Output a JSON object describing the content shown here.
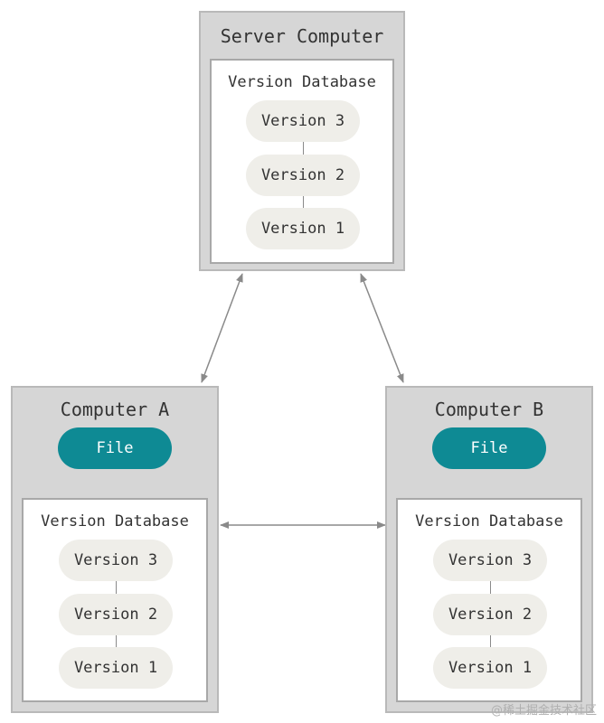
{
  "server": {
    "title": "Server Computer",
    "database_title": "Version Database",
    "versions": [
      "Version 3",
      "Version 2",
      "Version 1"
    ]
  },
  "computer_a": {
    "title": "Computer A",
    "file_label": "File",
    "database_title": "Version Database",
    "versions": [
      "Version 3",
      "Version 2",
      "Version 1"
    ]
  },
  "computer_b": {
    "title": "Computer B",
    "file_label": "File",
    "database_title": "Version Database",
    "versions": [
      "Version 3",
      "Version 2",
      "Version 1"
    ]
  },
  "watermark": "@稀土掘金技术社区",
  "colors": {
    "computer_fill": "#d6d6d6",
    "version_pill": "#efeee9",
    "file_pill": "#0e8a94",
    "arrow": "#8a8a8a"
  }
}
